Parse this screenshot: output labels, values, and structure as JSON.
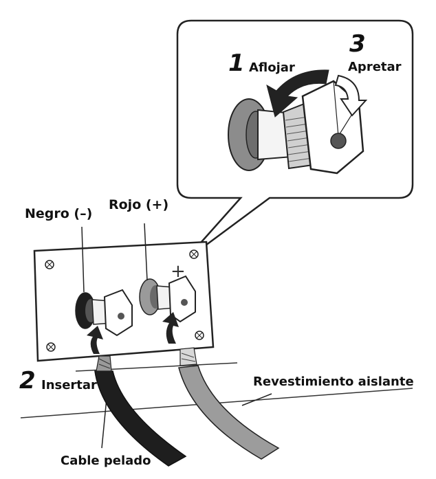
{
  "labels": {
    "negro": "Negro (–)",
    "rojo": "Rojo (+)",
    "aflojar": "Aflojar",
    "apretar": "Apretar",
    "insertar": "Insertar",
    "revestimiento": "Revestimiento aislante",
    "cable_pelado": "Cable pelado",
    "plus_mark": "+"
  },
  "steps": {
    "one": "1",
    "two": "2",
    "three": "3"
  },
  "colors": {
    "outline": "#222222",
    "gray_ring": "#8c8c8c",
    "red_ring": "#9a9a9a",
    "black_cable": "#1e1e1e",
    "gray_cable": "#9c9c9c",
    "arrow": "#222222",
    "arrow_outline_fill": "#ffffff"
  },
  "icons": {
    "loosen_arrow": "curved-arrow-icon",
    "tighten_arrow": "curved-arrow-outline-icon",
    "insert_arrows": "insert-arrow-icon",
    "screws": "screw-icon"
  }
}
